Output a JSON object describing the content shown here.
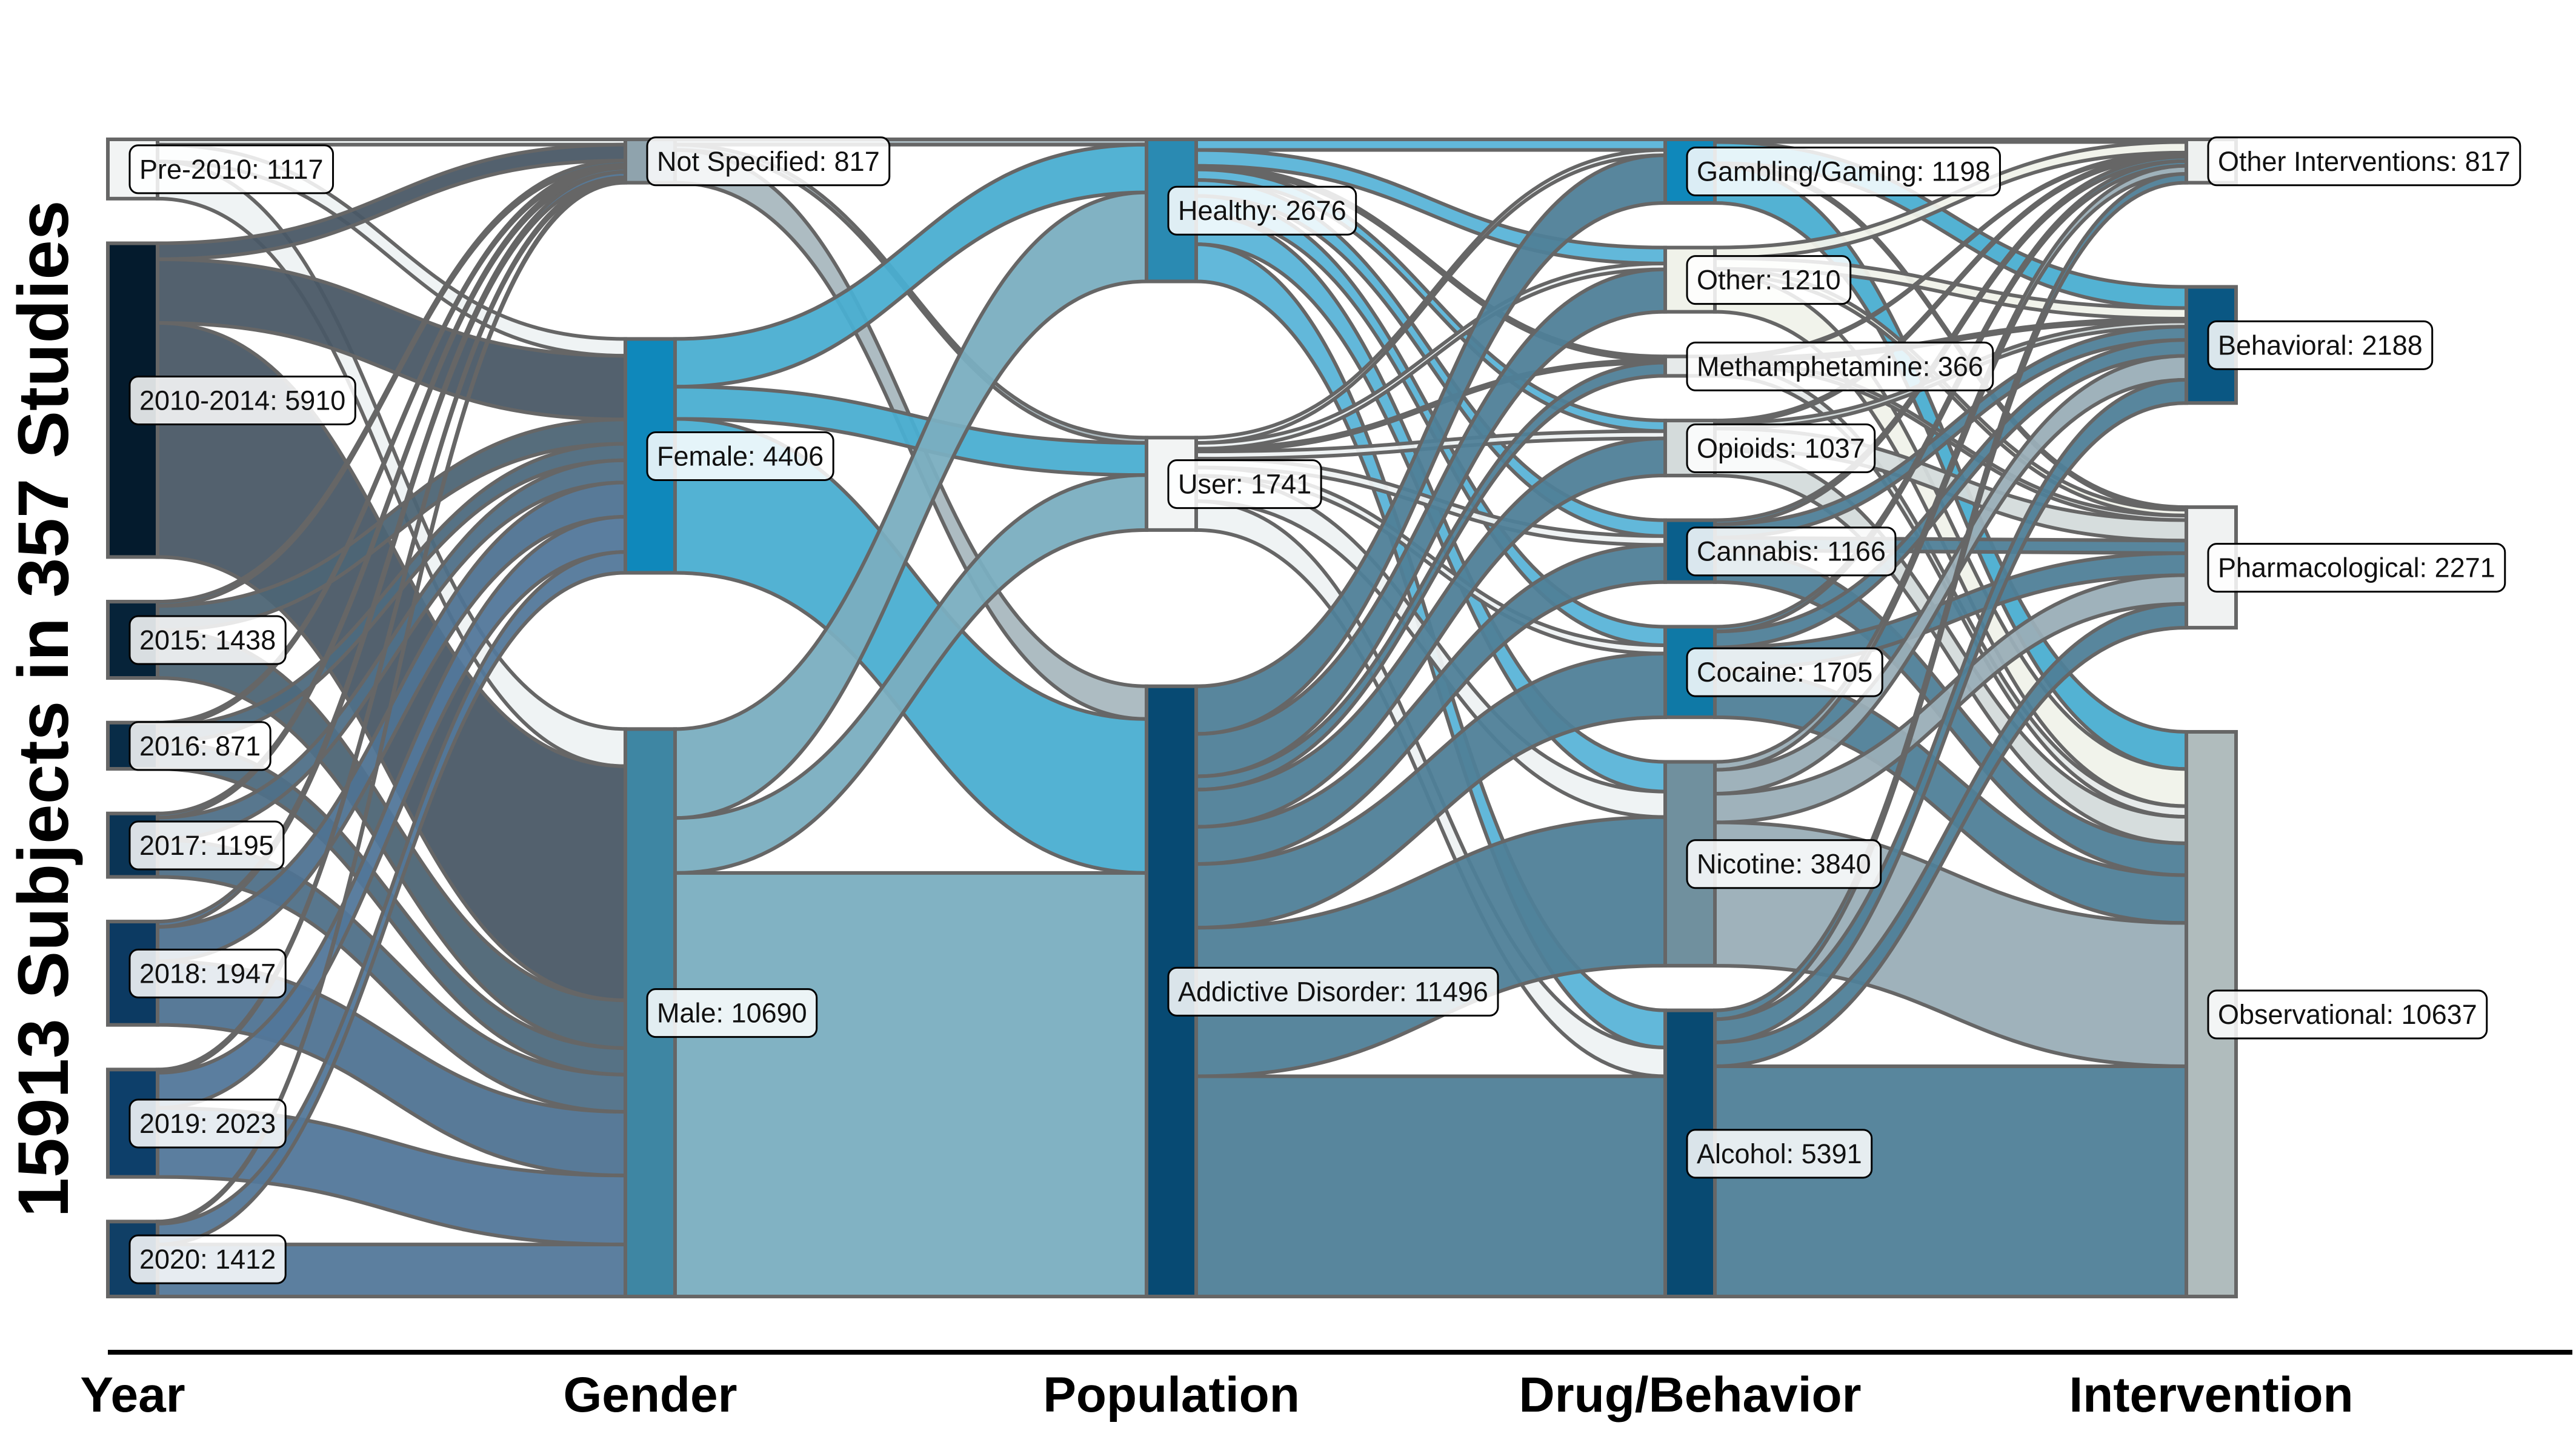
{
  "chart_data": {
    "type": "sankey",
    "title": "15913 Subjects in 357 Studies",
    "axes": [
      "Year",
      "Gender",
      "Population",
      "Drug/Behavior",
      "Intervention"
    ],
    "nodes": [
      {
        "axis": 0,
        "name": "Pre-2010",
        "value": 1117,
        "label": "Pre-2010: 1117",
        "color": "#f2f4f4"
      },
      {
        "axis": 0,
        "name": "2010-2014",
        "value": 5910,
        "label": "2010-2014: 5910",
        "color": "#041b2d"
      },
      {
        "axis": 0,
        "name": "2015",
        "value": 1438,
        "label": "2015: 1438",
        "color": "#062339"
      },
      {
        "axis": 0,
        "name": "2016",
        "value": 871,
        "label": "2016: 871",
        "color": "#082c47"
      },
      {
        "axis": 0,
        "name": "2017",
        "value": 1195,
        "label": "2017: 1195",
        "color": "#0a3455"
      },
      {
        "axis": 0,
        "name": "2018",
        "value": 1947,
        "label": "2018: 1947",
        "color": "#0c3a62"
      },
      {
        "axis": 0,
        "name": "2019",
        "value": 2023,
        "label": "2019: 2023",
        "color": "#0d3f6a"
      },
      {
        "axis": 0,
        "name": "2020",
        "value": 1412,
        "label": "2020: 1412",
        "color": "#103f66"
      },
      {
        "axis": 1,
        "name": "Not Specified",
        "value": 817,
        "label": "Not Specified: 817",
        "color": "#8fa3ad"
      },
      {
        "axis": 1,
        "name": "Female",
        "value": 4406,
        "label": "Female: 4406",
        "color": "#0f88bb"
      },
      {
        "axis": 1,
        "name": "Male",
        "value": 10690,
        "label": "Male: 10690",
        "color": "#3e86a3"
      },
      {
        "axis": 2,
        "name": "Healthy",
        "value": 2676,
        "label": "Healthy: 2676",
        "color": "#2a8ab2"
      },
      {
        "axis": 2,
        "name": "User",
        "value": 1741,
        "label": "User: 1741",
        "color": "#f2f4f4"
      },
      {
        "axis": 2,
        "name": "Addictive Disorder",
        "value": 11496,
        "label": "Addictive Disorder: 11496",
        "color": "#074a73"
      },
      {
        "axis": 3,
        "name": "Gambling/Gaming",
        "value": 1198,
        "label": "Gambling/Gaming: 1198",
        "color": "#0f88bb"
      },
      {
        "axis": 3,
        "name": "Other",
        "value": 1210,
        "label": "Other: 1210",
        "color": "#f0f2ea"
      },
      {
        "axis": 3,
        "name": "Methamphetamine",
        "value": 366,
        "label": "Methamphetamine: 366",
        "color": "#e6eaea"
      },
      {
        "axis": 3,
        "name": "Opioids",
        "value": 1037,
        "label": "Opioids: 1037",
        "color": "#d4dbdb"
      },
      {
        "axis": 3,
        "name": "Cannabis",
        "value": 1166,
        "label": "Cannabis: 1166",
        "color": "#0a5f8c"
      },
      {
        "axis": 3,
        "name": "Cocaine",
        "value": 1705,
        "label": "Cocaine: 1705",
        "color": "#0f79a6"
      },
      {
        "axis": 3,
        "name": "Nicotine",
        "value": 3840,
        "label": "Nicotine: 3840",
        "color": "#70909e"
      },
      {
        "axis": 3,
        "name": "Alcohol",
        "value": 5391,
        "label": "Alcohol: 5391",
        "color": "#084a72"
      },
      {
        "axis": 4,
        "name": "Other Interventions",
        "value": 817,
        "label": "Other Interventions: 817",
        "color": "#eef1f0"
      },
      {
        "axis": 4,
        "name": "Behavioral",
        "value": 2188,
        "label": "Behavioral: 2188",
        "color": "#0a5783"
      },
      {
        "axis": 4,
        "name": "Pharmacological",
        "value": 2271,
        "label": "Pharmacological: 2271",
        "color": "#f0f2f2"
      },
      {
        "axis": 4,
        "name": "Observational",
        "value": 10637,
        "label": "Observational: 10637",
        "color": "#b0bcbd"
      }
    ],
    "links": [
      {
        "source": "Pre-2010",
        "target": "Not Specified",
        "value": 100,
        "color": "#eef2f3"
      },
      {
        "source": "Pre-2010",
        "target": "Female",
        "value": 317,
        "color": "#eef2f3"
      },
      {
        "source": "Pre-2010",
        "target": "Male",
        "value": 700,
        "color": "#eef2f3"
      },
      {
        "source": "2010-2014",
        "target": "Not Specified",
        "value": 300,
        "color": "#4a5966"
      },
      {
        "source": "2010-2014",
        "target": "Female",
        "value": 1200,
        "color": "#4a5966"
      },
      {
        "source": "2010-2014",
        "target": "Male",
        "value": 4410,
        "color": "#4a5966"
      },
      {
        "source": "2015",
        "target": "Not Specified",
        "value": 80,
        "color": "#4d6575"
      },
      {
        "source": "2015",
        "target": "Female",
        "value": 458,
        "color": "#4d6575"
      },
      {
        "source": "2015",
        "target": "Male",
        "value": 900,
        "color": "#4d6575"
      },
      {
        "source": "2016",
        "target": "Not Specified",
        "value": 60,
        "color": "#4d6a7e"
      },
      {
        "source": "2016",
        "target": "Female",
        "value": 311,
        "color": "#4d6a7e"
      },
      {
        "source": "2016",
        "target": "Male",
        "value": 500,
        "color": "#4d6a7e"
      },
      {
        "source": "2017",
        "target": "Not Specified",
        "value": 77,
        "color": "#4f7088"
      },
      {
        "source": "2017",
        "target": "Female",
        "value": 418,
        "color": "#4f7088"
      },
      {
        "source": "2017",
        "target": "Male",
        "value": 700,
        "color": "#4f7088"
      },
      {
        "source": "2018",
        "target": "Not Specified",
        "value": 100,
        "color": "#4f7392"
      },
      {
        "source": "2018",
        "target": "Female",
        "value": 647,
        "color": "#4f7392"
      },
      {
        "source": "2018",
        "target": "Male",
        "value": 1200,
        "color": "#4f7392"
      },
      {
        "source": "2019",
        "target": "Not Specified",
        "value": 60,
        "color": "#52779a"
      },
      {
        "source": "2019",
        "target": "Female",
        "value": 663,
        "color": "#52779a"
      },
      {
        "source": "2019",
        "target": "Male",
        "value": 1300,
        "color": "#52779a"
      },
      {
        "source": "2020",
        "target": "Not Specified",
        "value": 40,
        "color": "#53789a"
      },
      {
        "source": "2020",
        "target": "Female",
        "value": 392,
        "color": "#53789a"
      },
      {
        "source": "2020",
        "target": "Male",
        "value": 980,
        "color": "#53789a"
      },
      {
        "source": "Not Specified",
        "target": "Healthy",
        "value": 100,
        "color": "#a9b8bf"
      },
      {
        "source": "Not Specified",
        "target": "User",
        "value": 100,
        "color": "#a9b8bf"
      },
      {
        "source": "Not Specified",
        "target": "Addictive Disorder",
        "value": 617,
        "color": "#a9b8bf"
      },
      {
        "source": "Female",
        "target": "Healthy",
        "value": 900,
        "color": "#4aaed1"
      },
      {
        "source": "Female",
        "target": "User",
        "value": 606,
        "color": "#4aaed1"
      },
      {
        "source": "Female",
        "target": "Addictive Disorder",
        "value": 2900,
        "color": "#4aaed1"
      },
      {
        "source": "Male",
        "target": "Healthy",
        "value": 1676,
        "color": "#7aaec0"
      },
      {
        "source": "Male",
        "target": "User",
        "value": 1035,
        "color": "#7aaec0"
      },
      {
        "source": "Male",
        "target": "Addictive Disorder",
        "value": 7979,
        "color": "#7aaec0"
      },
      {
        "source": "Healthy",
        "target": "Gambling/Gaming",
        "value": 200,
        "color": "#5ab4d8"
      },
      {
        "source": "Healthy",
        "target": "Other",
        "value": 300,
        "color": "#5ab4d8"
      },
      {
        "source": "Healthy",
        "target": "Methamphetamine",
        "value": 66,
        "color": "#5ab4d8"
      },
      {
        "source": "Healthy",
        "target": "Opioids",
        "value": 200,
        "color": "#5ab4d8"
      },
      {
        "source": "Healthy",
        "target": "Cannabis",
        "value": 300,
        "color": "#5ab4d8"
      },
      {
        "source": "Healthy",
        "target": "Cocaine",
        "value": 350,
        "color": "#5ab4d8"
      },
      {
        "source": "Healthy",
        "target": "Nicotine",
        "value": 560,
        "color": "#5ab4d8"
      },
      {
        "source": "Healthy",
        "target": "Alcohol",
        "value": 700,
        "color": "#5ab4d8"
      },
      {
        "source": "User",
        "target": "Gambling/Gaming",
        "value": 100,
        "color": "#eef2f3"
      },
      {
        "source": "User",
        "target": "Other",
        "value": 110,
        "color": "#eef2f3"
      },
      {
        "source": "User",
        "target": "Methamphetamine",
        "value": 50,
        "color": "#eef2f3"
      },
      {
        "source": "User",
        "target": "Opioids",
        "value": 137,
        "color": "#eef2f3"
      },
      {
        "source": "User",
        "target": "Cannabis",
        "value": 166,
        "color": "#eef2f3"
      },
      {
        "source": "User",
        "target": "Cocaine",
        "value": 155,
        "color": "#eef2f3"
      },
      {
        "source": "User",
        "target": "Nicotine",
        "value": 480,
        "color": "#eef2f3"
      },
      {
        "source": "User",
        "target": "Alcohol",
        "value": 543,
        "color": "#eef2f3"
      },
      {
        "source": "Addictive Disorder",
        "target": "Gambling/Gaming",
        "value": 898,
        "color": "#4f8098"
      },
      {
        "source": "Addictive Disorder",
        "target": "Other",
        "value": 800,
        "color": "#4f8098"
      },
      {
        "source": "Addictive Disorder",
        "target": "Methamphetamine",
        "value": 250,
        "color": "#4f8098"
      },
      {
        "source": "Addictive Disorder",
        "target": "Opioids",
        "value": 700,
        "color": "#4f8098"
      },
      {
        "source": "Addictive Disorder",
        "target": "Cannabis",
        "value": 700,
        "color": "#4f8098"
      },
      {
        "source": "Addictive Disorder",
        "target": "Cocaine",
        "value": 1200,
        "color": "#4f8098"
      },
      {
        "source": "Addictive Disorder",
        "target": "Nicotine",
        "value": 2800,
        "color": "#4f8098"
      },
      {
        "source": "Addictive Disorder",
        "target": "Alcohol",
        "value": 4148,
        "color": "#4f8098"
      },
      {
        "source": "Gambling/Gaming",
        "target": "Other Interventions",
        "value": 50,
        "color": "#4aaed1"
      },
      {
        "source": "Gambling/Gaming",
        "target": "Behavioral",
        "value": 400,
        "color": "#4aaed1"
      },
      {
        "source": "Gambling/Gaming",
        "target": "Pharmacological",
        "value": 48,
        "color": "#4aaed1"
      },
      {
        "source": "Gambling/Gaming",
        "target": "Observational",
        "value": 700,
        "color": "#4aaed1"
      },
      {
        "source": "Other",
        "target": "Other Interventions",
        "value": 200,
        "color": "#f0f2ea"
      },
      {
        "source": "Other",
        "target": "Behavioral",
        "value": 200,
        "color": "#f0f2ea"
      },
      {
        "source": "Other",
        "target": "Pharmacological",
        "value": 110,
        "color": "#f0f2ea"
      },
      {
        "source": "Other",
        "target": "Observational",
        "value": 700,
        "color": "#f0f2ea"
      },
      {
        "source": "Methamphetamine",
        "target": "Other Interventions",
        "value": 30,
        "color": "#e6eaea"
      },
      {
        "source": "Methamphetamine",
        "target": "Behavioral",
        "value": 50,
        "color": "#e6eaea"
      },
      {
        "source": "Methamphetamine",
        "target": "Pharmacological",
        "value": 86,
        "color": "#e6eaea"
      },
      {
        "source": "Methamphetamine",
        "target": "Observational",
        "value": 200,
        "color": "#e6eaea"
      },
      {
        "source": "Opioids",
        "target": "Other Interventions",
        "value": 50,
        "color": "#d4dbdb"
      },
      {
        "source": "Opioids",
        "target": "Behavioral",
        "value": 100,
        "color": "#d4dbdb"
      },
      {
        "source": "Opioids",
        "target": "Pharmacological",
        "value": 387,
        "color": "#d4dbdb"
      },
      {
        "source": "Opioids",
        "target": "Observational",
        "value": 500,
        "color": "#d4dbdb"
      },
      {
        "source": "Cannabis",
        "target": "Other Interventions",
        "value": 80,
        "color": "#4f8098"
      },
      {
        "source": "Cannabis",
        "target": "Behavioral",
        "value": 250,
        "color": "#4f8098"
      },
      {
        "source": "Cannabis",
        "target": "Pharmacological",
        "value": 236,
        "color": "#4f8098"
      },
      {
        "source": "Cannabis",
        "target": "Observational",
        "value": 600,
        "color": "#4f8098"
      },
      {
        "source": "Cocaine",
        "target": "Other Interventions",
        "value": 90,
        "color": "#4f8098"
      },
      {
        "source": "Cocaine",
        "target": "Behavioral",
        "value": 300,
        "color": "#4f8098"
      },
      {
        "source": "Cocaine",
        "target": "Pharmacological",
        "value": 415,
        "color": "#4f8098"
      },
      {
        "source": "Cocaine",
        "target": "Observational",
        "value": 900,
        "color": "#4f8098"
      },
      {
        "source": "Nicotine",
        "target": "Other Interventions",
        "value": 150,
        "color": "#9aaeb7"
      },
      {
        "source": "Nicotine",
        "target": "Behavioral",
        "value": 450,
        "color": "#9aaeb7"
      },
      {
        "source": "Nicotine",
        "target": "Pharmacological",
        "value": 540,
        "color": "#9aaeb7"
      },
      {
        "source": "Nicotine",
        "target": "Observational",
        "value": 2700,
        "color": "#9aaeb7"
      },
      {
        "source": "Alcohol",
        "target": "Other Interventions",
        "value": 167,
        "color": "#4f8098"
      },
      {
        "source": "Alcohol",
        "target": "Behavioral",
        "value": 438,
        "color": "#4f8098"
      },
      {
        "source": "Alcohol",
        "target": "Pharmacological",
        "value": 449,
        "color": "#4f8098"
      },
      {
        "source": "Alcohol",
        "target": "Observational",
        "value": 4337,
        "color": "#4f8098"
      }
    ]
  }
}
